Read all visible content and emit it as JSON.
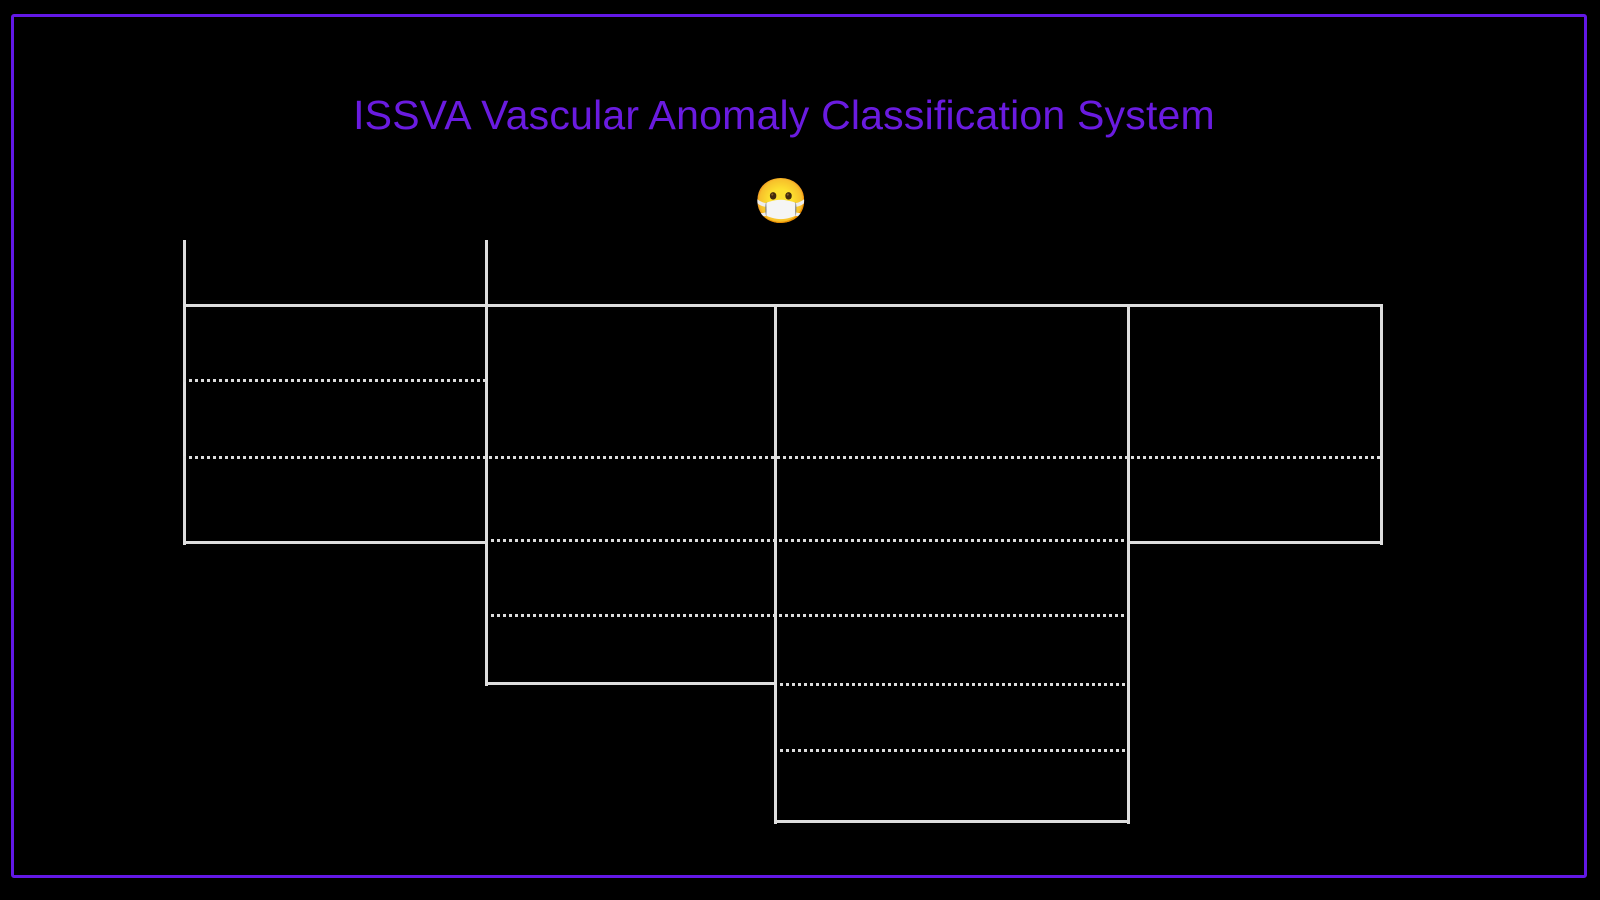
{
  "page": {
    "background_color": "#000000",
    "frame_color": "#6218e6",
    "title": "ISSVA Vascular Anomaly Classification System",
    "title_color": "#6a1be0"
  },
  "emoji": {
    "name": "face-with-medical-mask",
    "glyph": "😷"
  },
  "table": {
    "line_color": "#dedede",
    "columns": [
      {
        "index": 1,
        "label": ""
      },
      {
        "index": 2,
        "label": ""
      },
      {
        "index": 3,
        "label": ""
      },
      {
        "index": 4,
        "label": ""
      }
    ],
    "cells": {
      "c1r1": "",
      "c1r2": "",
      "c1r3": "",
      "c1r4": "",
      "c2r1": "",
      "c2r2": "",
      "c2r3": "",
      "c2r4": "",
      "c3r1": "",
      "c3r2": "",
      "c3r3": "",
      "c3r4": "",
      "c3r5": "",
      "c3r6": "",
      "c4r1": "",
      "c4r2": ""
    }
  }
}
